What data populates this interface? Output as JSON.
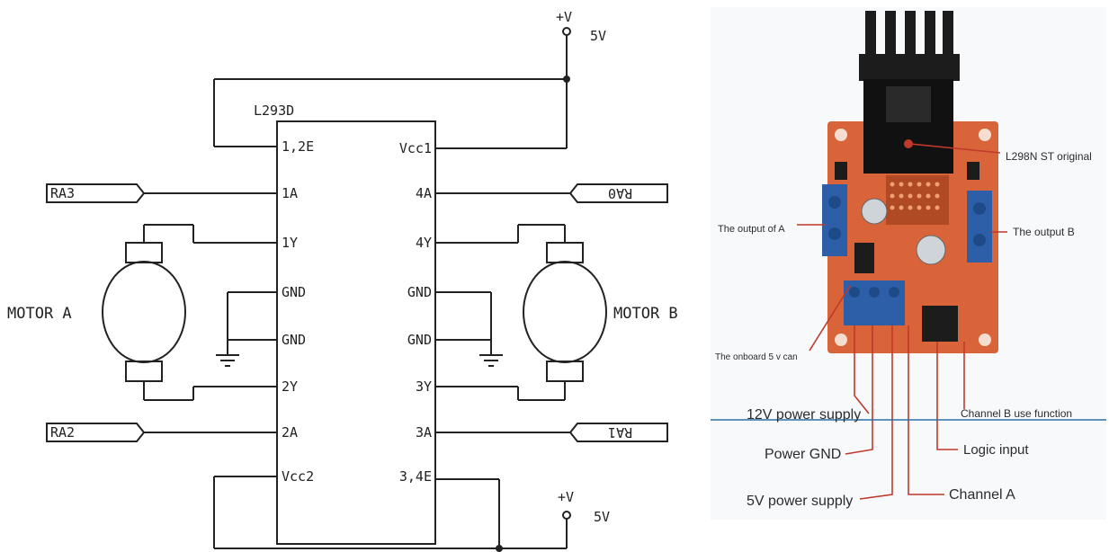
{
  "schematic": {
    "chip_name": "L293D",
    "pins_left": [
      "1,2E",
      "1A",
      "1Y",
      "GND",
      "GND",
      "2Y",
      "2A",
      "Vcc2"
    ],
    "pins_right": [
      "Vcc1",
      "4A",
      "4Y",
      "GND",
      "GND",
      "3Y",
      "3A",
      "3,4E"
    ],
    "signals": {
      "ra3": "RA3",
      "ra2": "RA2",
      "ra0": "RA0",
      "ra1": "RA1"
    },
    "supply_top": {
      "symbol": "+V",
      "value": "5V"
    },
    "supply_bottom": {
      "symbol": "+V",
      "value": "5V"
    },
    "motor_a_label": "MOTOR A",
    "motor_b_label": "MOTOR B"
  },
  "photo": {
    "labels": {
      "chip": "L298N ST original",
      "output_a": "The output of A",
      "output_b": "The output B",
      "onboard": "The onboard 5 v can",
      "power_12v": "12V power supply",
      "power_gnd": "Power GND",
      "power_5v": "5V power supply",
      "channel_b": "Channel B use function",
      "logic_input": "Logic input",
      "channel_a": "Channel A"
    }
  },
  "colors": {
    "board": "#d9643a",
    "terminal": "#2c5fa8",
    "heatsink": "#1c1c1c",
    "leader": "#c0392b",
    "line": "#222222"
  }
}
